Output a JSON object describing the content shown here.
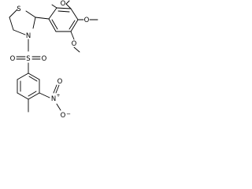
{
  "molecule": {
    "atoms": {
      "S_ring": "S",
      "N_ring": "N",
      "S_sulfonyl": "S",
      "O_sulfonyl_left": "O",
      "O_sulfonyl_right": "O",
      "O_methoxy_top": "O",
      "O_methoxy_mid": "O",
      "O_methoxy_bot": "O",
      "N_nitro": "N",
      "N_nitro_charge": "+",
      "O_nitro_up": "O",
      "O_nitro_down": "O",
      "O_nitro_charge": "−"
    }
  }
}
